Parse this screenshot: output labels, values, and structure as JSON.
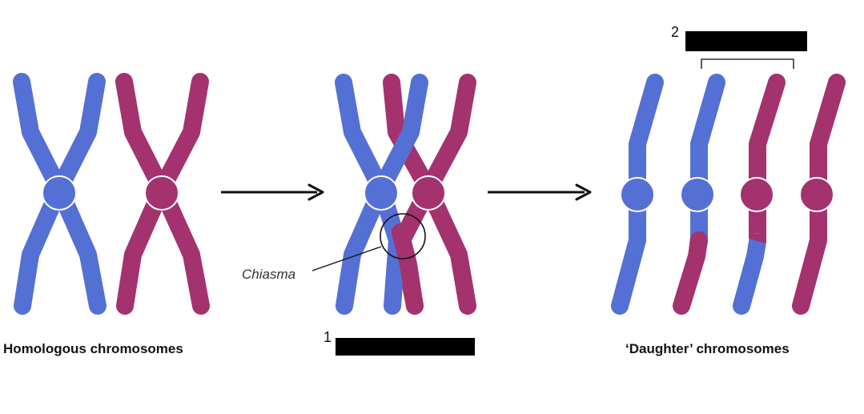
{
  "colors": {
    "blue": "#5570d4",
    "magenta": "#a3326f",
    "background": "#ffffff",
    "redaction": "#000000",
    "arrow": "#111111"
  },
  "labels": {
    "homologous": "Homologous chromosomes",
    "chiasma": "Chiasma",
    "daughter": "‘Daughter’ chromosomes",
    "marker_1": "1",
    "marker_2": "2"
  },
  "blanks": {
    "blank_1": "",
    "blank_2": ""
  }
}
